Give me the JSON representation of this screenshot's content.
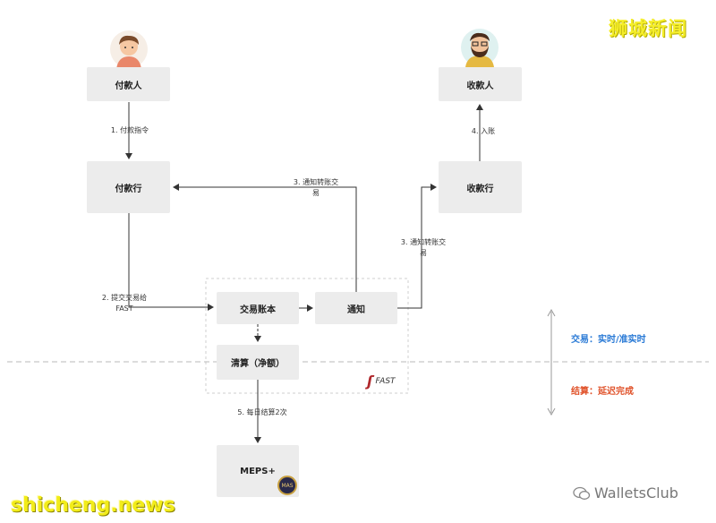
{
  "watermark": {
    "cn": "狮城新闻",
    "en": "shicheng.news",
    "wallets": "WalletsClub"
  },
  "nodes": {
    "payer": "付款人",
    "payee": "收款人",
    "payer_bank": "付款行",
    "payee_bank": "收款行",
    "ledger": "交易账本",
    "notify": "通知",
    "clearing": "清算（净额）",
    "meps": "MEPS+"
  },
  "edges": {
    "step1": "1. 付款指令",
    "step2_line1": "2. 提交交易给",
    "step2_line2": "FAST",
    "step3_left_line1": "3. 通知转账交",
    "step3_left_line2": "易",
    "step3_right_line1": "3. 通知转账交",
    "step3_right_line2": "易",
    "step4": "4. 入账",
    "step5": "5. 每日结算2次"
  },
  "fast_logo": "FAST",
  "mas_logo": "MAS",
  "legend": {
    "realtime": "交易：实时/准实时",
    "settlement": "结算：延迟完成",
    "realtime_color": "#2b7bd6",
    "settlement_color": "#e0522a"
  },
  "icons": {
    "payer_avatar": "person-avatar-icon",
    "payee_avatar": "bearded-person-avatar-icon",
    "wechat": "wechat-icon"
  }
}
